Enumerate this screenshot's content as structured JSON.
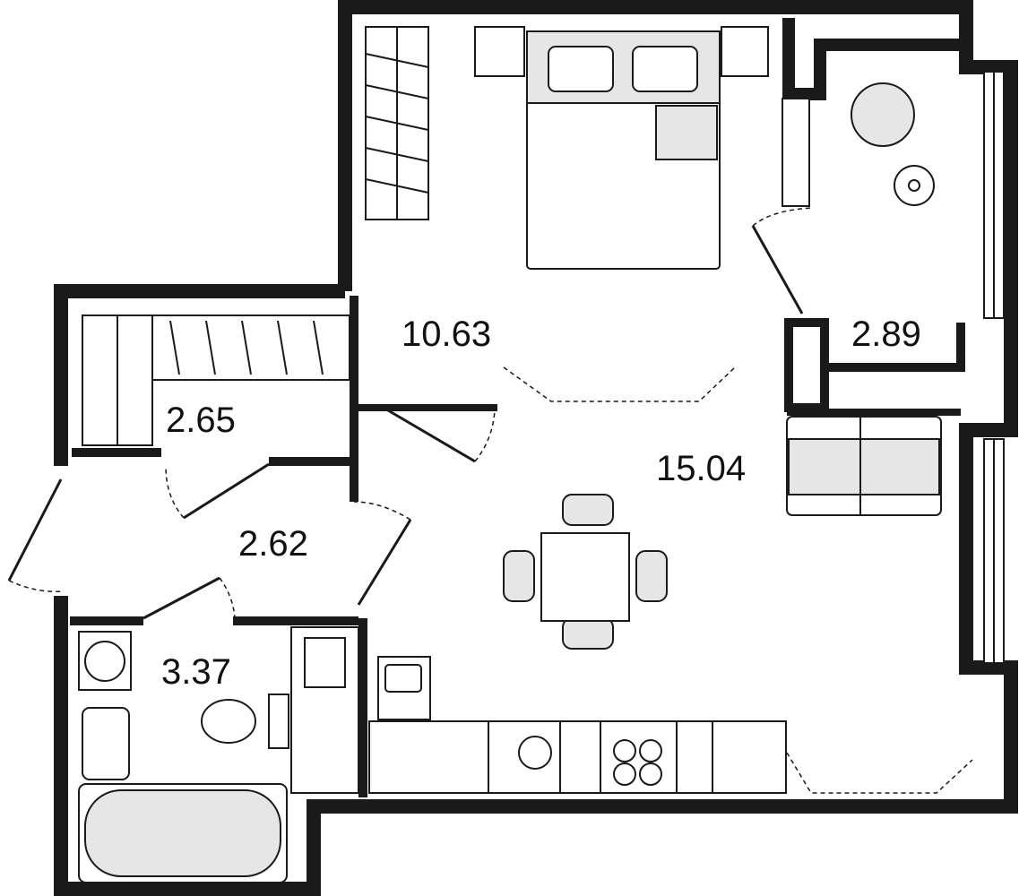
{
  "rooms": [
    {
      "id": "bedroom",
      "area": "10.63"
    },
    {
      "id": "balcony",
      "area": "2.89"
    },
    {
      "id": "wardrobe",
      "area": "2.65"
    },
    {
      "id": "living-kitchen",
      "area": "15.04"
    },
    {
      "id": "hallway",
      "area": "2.62"
    },
    {
      "id": "bathroom",
      "area": "3.37"
    }
  ],
  "colors": {
    "wall": "#1a1a1a",
    "fixture_fill": "#e6e6e6",
    "background": "#ffffff"
  }
}
